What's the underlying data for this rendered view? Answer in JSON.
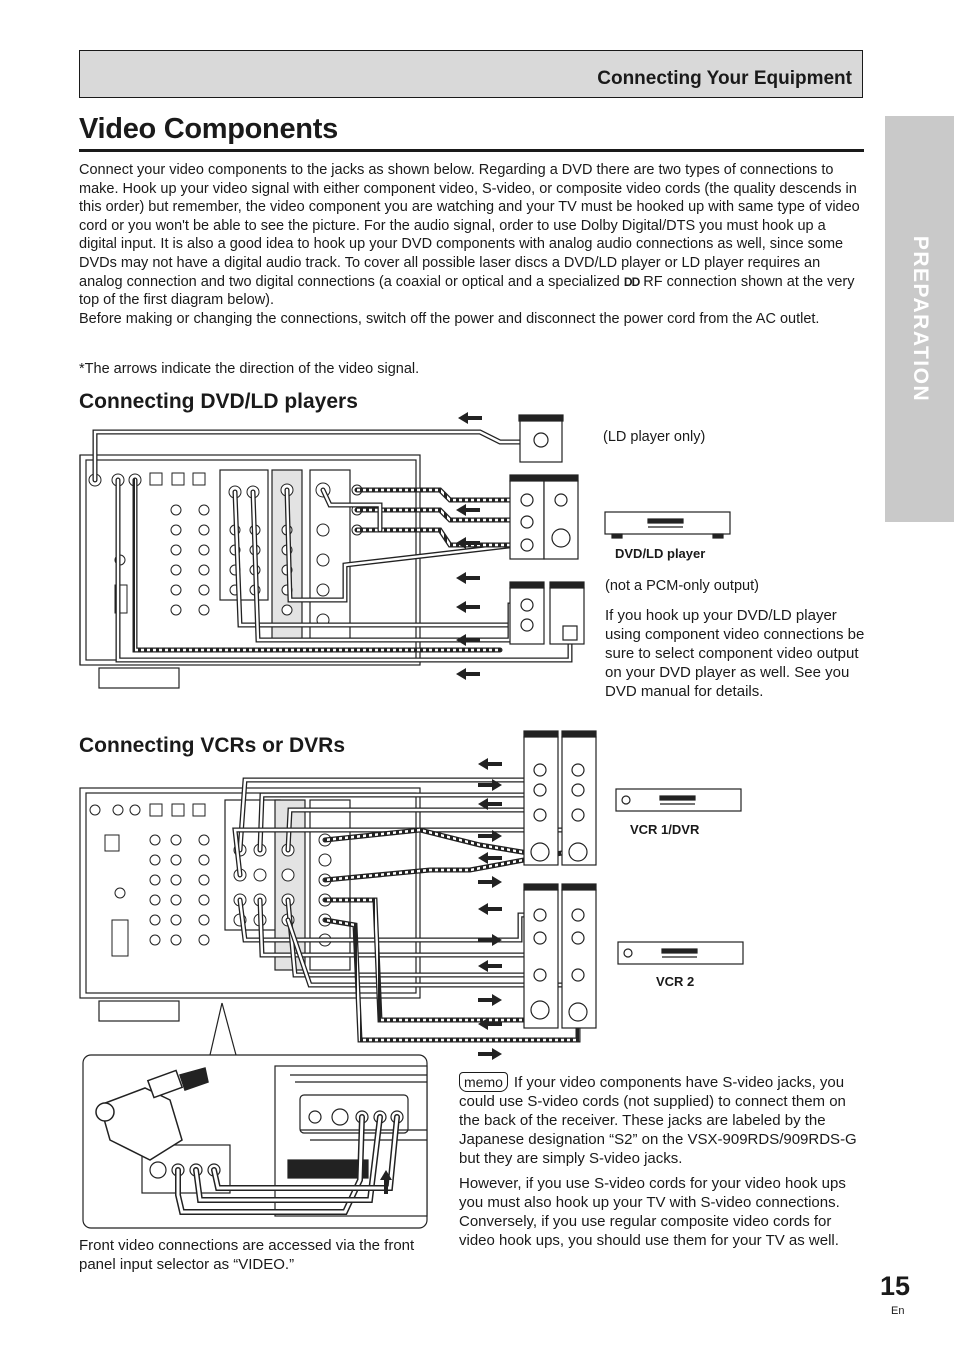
{
  "header": {
    "section": "Connecting Your Equipment"
  },
  "title": "Video Components",
  "side_tab": "PREPARATION",
  "intro": {
    "p1": "Connect your video components to the jacks as shown below. Regarding a DVD there are two types of connections to make. Hook up your video signal with either component video, S-video, or composite video cords (the quality descends in this order) but remember, the video component you are watching and your TV must be hooked up with same type of video cord or you won't be able to see the picture. For the audio signal, order to use Dolby Digital/DTS you must hook up a digital input. It is also a good idea to hook up your DVD components with analog audio connections as well, since some DVDs may not have a digital audio track. To cover all possible laser discs a DVD/LD player or LD player requires an analog connection and two digital connections (a coaxial or optical and a specialized",
    "p1_glyph": "DD",
    "p1_end": "RF connection shown at the very top of the first diagram below).",
    "p2": "Before making or changing the connections, switch off the power and disconnect the power cord from the AC outlet."
  },
  "arrow_note": "*The arrows indicate the direction of the video signal.",
  "dvd_section": {
    "heading": "Connecting DVD/LD players",
    "ld_only": "(LD player only)",
    "player_label": "DVD/LD player",
    "pcm_note": "(not a PCM-only output)",
    "component_note": "If you hook up your DVD/LD player using component video connections be sure to select component video output on your DVD player as well. See you DVD manual for details."
  },
  "vcr_section": {
    "heading": "Connecting VCRs or DVRs",
    "vcr1_label": "VCR 1/DVR",
    "vcr2_label": "VCR 2"
  },
  "front_note": "Front video connections are accessed via the front panel input selector as “VIDEO.”",
  "memo": {
    "badge": "memo",
    "p1": "If your video components have S-video jacks, you could use S-video cords (not supplied) to connect them on the back of the receiver. These jacks are labeled by the Japanese designation “S2” on the VSX-909RDS/909RDS-G but they are simply S-video jacks.",
    "p2": "However, if you use S-video cords for your video hook ups you must also hook up your TV with S-video connections. Conversely, if you use regular composite video cords for video hook ups, you should use them for your TV as well."
  },
  "footer": {
    "page_number": "15",
    "lang": "En"
  },
  "colors": {
    "tab_gray": "#c9c9c9",
    "header_gray": "#d9d9d9",
    "ink": "#1a1a1a"
  }
}
